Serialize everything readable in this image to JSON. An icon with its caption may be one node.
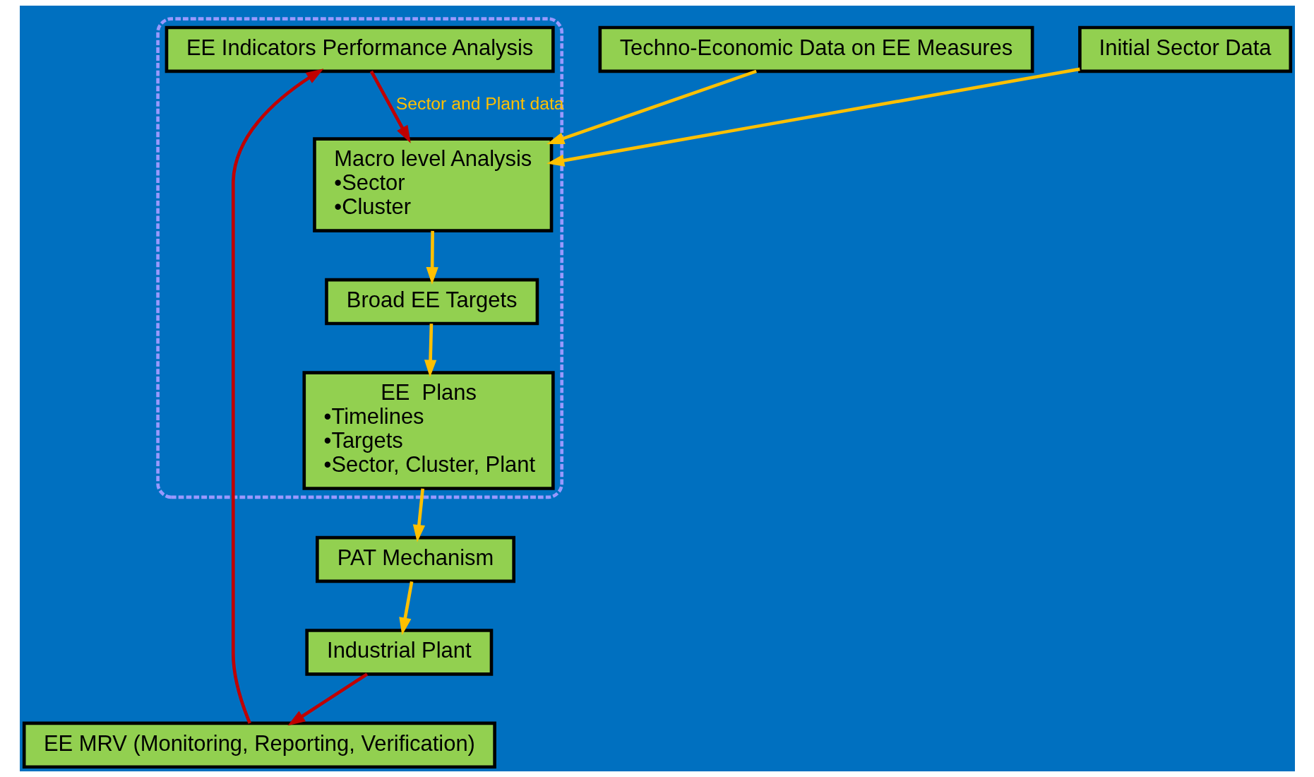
{
  "diagram": {
    "nodes": [
      {
        "text": [
          "Techno-Economic Data on EE Measures"
        ]
      },
      {
        "text": [
          "Initial Sector Data"
        ]
      },
      {
        "text": [],
        "shape": "box"
      },
      {
        "text": [
          "Macro level Analysis",
          "•Sector",
          "•Cluster"
        ],
        "in": 2
      },
      {
        "text": [
          "Broad EE Targets"
        ],
        "in": 2
      },
      {
        "text": [
          "EE  Plans",
          "•Timelines",
          "•Targets",
          "•Sector, Cluster, Plant"
        ],
        "in": 2
      },
      {
        "text": [
          "PAT Mechanism"
        ]
      },
      {
        "text": [
          "Industrial Plant"
        ]
      },
      {
        "text": [
          "EE MRV (Monitoring, Reporting, Verification)"
        ]
      },
      {
        "text": [
          "EE Indicators Performance Analysis"
        ],
        "in": 2
      }
    ],
    "edges": [
      {
        "from": 0,
        "to": 3,
        "arrow": "to"
      },
      {
        "from": 1,
        "to": 3,
        "arrow": "to"
      },
      {
        "from": 3,
        "to": 4,
        "arrow": "to"
      },
      {
        "from": 4,
        "to": 5,
        "arrow": "to"
      },
      {
        "from": 5,
        "to": 6,
        "arrow": "to"
      },
      {
        "from": 6,
        "to": 7,
        "arrow": "to"
      },
      {
        "from": 7,
        "to": 8,
        "arrow": "to",
        "color": "#c00000"
      },
      {
        "from": 8,
        "to": 9,
        "arrow": "to",
        "color": "#c00000"
      },
      {
        "from": 9,
        "to": 3,
        "arrow": "to",
        "color": "#c00000",
        "label": "Sector and Plant data"
      }
    ]
  }
}
